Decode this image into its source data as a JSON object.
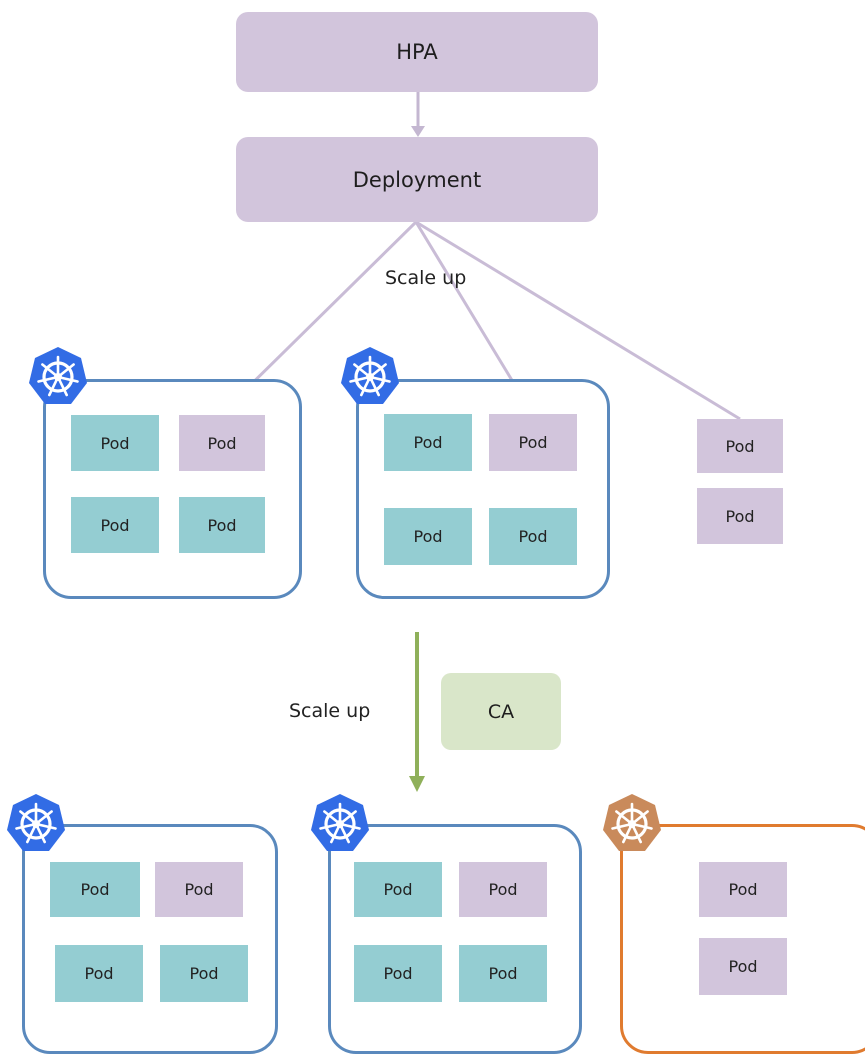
{
  "hpa": {
    "label": "HPA"
  },
  "deployment": {
    "label": "Deployment"
  },
  "ca": {
    "label": "CA"
  },
  "scale_up_top": "Scale up",
  "scale_up_middle": "Scale up",
  "pod_label": "Pod",
  "colors": {
    "controller": "#d2c5dc",
    "ca": "#d9e6c9",
    "pod_existing": "#94cdd2",
    "pod_new": "#d2c5dc",
    "node_border": "#5a89bd",
    "new_node_border": "#e07b2f",
    "k8s_logo": "#326ce5",
    "k8s_logo_new": "#c98a5b",
    "arrow_green": "#8fb05a"
  },
  "icons": [
    "kubernetes-logo-icon"
  ]
}
